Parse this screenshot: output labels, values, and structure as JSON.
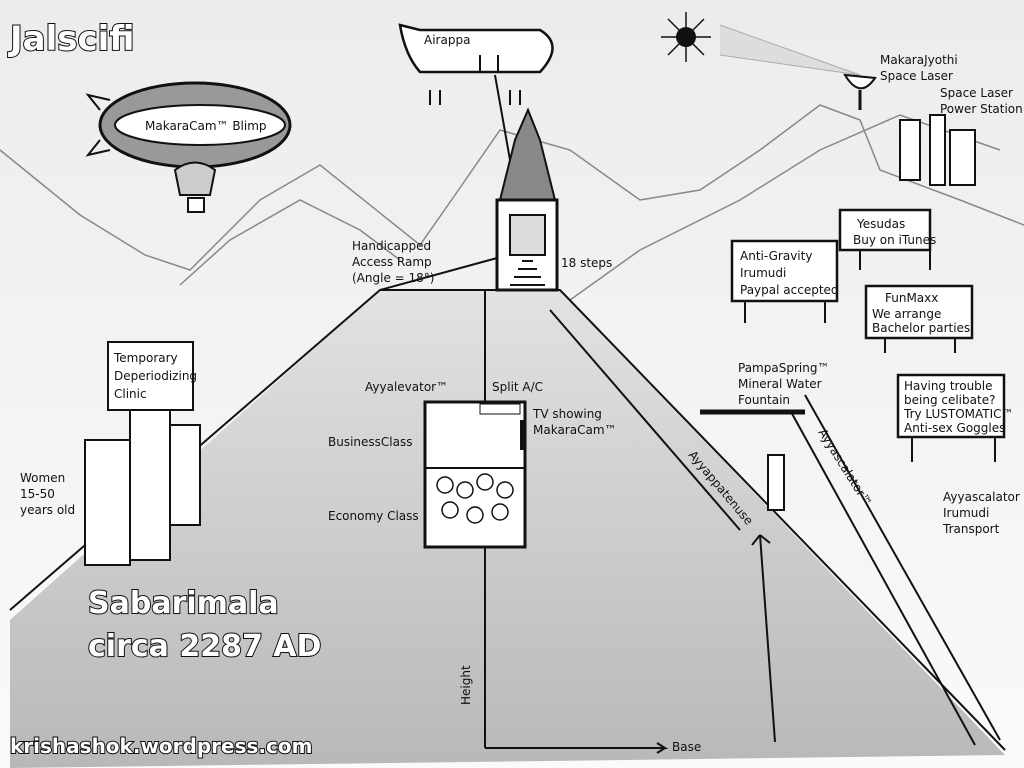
{
  "title": "Jalscifi",
  "caption": {
    "line1": "Sabarimala",
    "line2": "circa 2287 AD"
  },
  "credit": "krishashok.wordpress.com",
  "labels": {
    "blimp": "MakaraCam™ Blimp",
    "plane": "Airappa",
    "laser": [
      "MakaraJyothi",
      "Space Laser"
    ],
    "power_station": [
      "Space Laser",
      "Power Station"
    ],
    "ramp": [
      "Handicapped",
      "Access Ramp",
      "(Angle = 18°)"
    ],
    "steps": "18 steps",
    "clinic": [
      "Temporary",
      "Deperiodizing",
      "Clinic"
    ],
    "elevator": "Ayyalevator™",
    "split_ac": "Split A/C",
    "tv": [
      "TV showing",
      "MakaraCam™"
    ],
    "business": "BusinessClass",
    "economy": "Economy Class",
    "women": [
      "Women",
      "15-50",
      "years old"
    ],
    "fountain": [
      "PampaSpring™",
      "Mineral Water",
      "Fountain"
    ],
    "escalator": "Ayyascalator™",
    "hypotenuse": "Ayyappatenuse",
    "transport": [
      "Ayyascalator",
      "Irumudi",
      "Transport"
    ],
    "height": "Height",
    "base": "Base"
  },
  "signs": {
    "irumudi": [
      "Anti-Gravity",
      "Irumudi",
      "Paypal accepted"
    ],
    "yesudas": [
      "Yesudas",
      "Buy on iTunes"
    ],
    "funmaxx": [
      "FunMaxx",
      "We arrange",
      "Bachelor parties"
    ],
    "lustomatic": [
      "Having trouble",
      "being celibate?",
      "Try LUSTOMATIC™",
      "Anti-sex Goggles"
    ]
  },
  "colors": {
    "ink": "#111111",
    "hill": "#bdbdbd",
    "paper": "#f6f6f6"
  }
}
